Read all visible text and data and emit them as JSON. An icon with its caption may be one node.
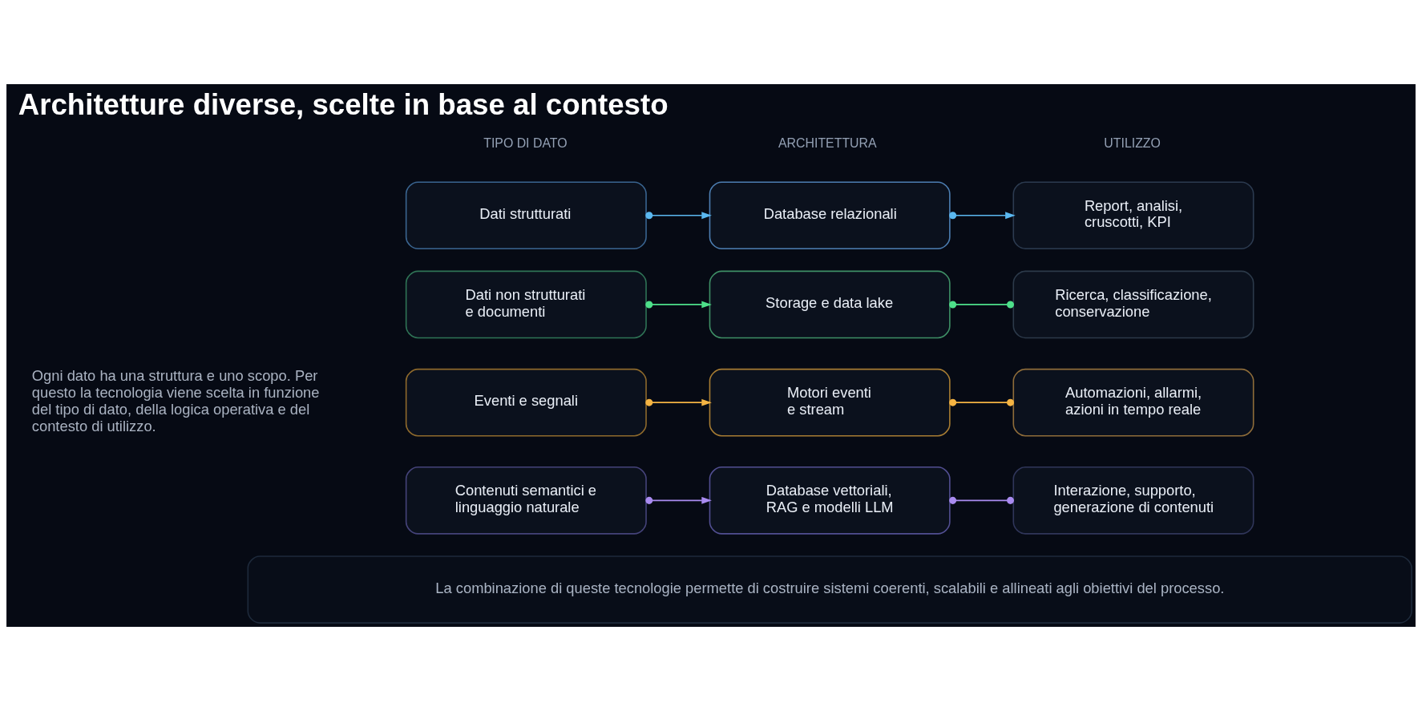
{
  "diagram": {
    "title": "Architetture diverse, scelte in base al contesto",
    "nodes": [
      {
        "text": [
          "Dati strutturati"
        ]
      },
      {
        "text": [
          "Database relazionali"
        ]
      },
      {
        "text": [
          "Report, analisi, cruscotti, KPI"
        ]
      },
      {
        "text": [
          "Dati non strutturati e documenti"
        ]
      },
      {
        "text": [
          "Storage e data lake"
        ]
      },
      {
        "text": [
          "Ricerca, classificazione, conservazione"
        ]
      },
      {
        "text": [
          "Eventi e segnali"
        ]
      },
      {
        "text": [
          "Motori eventi e stream"
        ]
      },
      {
        "text": [
          "Automazioni, allarmi, azioni in tempo reale"
        ]
      },
      {
        "text": [
          "Contenuti semantici e linguaggio naturale"
        ]
      },
      {
        "text": [
          "Database vettoriali, RAG e modelli LLM"
        ]
      },
      {
        "text": [
          "Interazione, supporto, generazione di contenuti"
        ]
      },
      {
        "text": [
          "La combinazione di queste tecnologie permette di costruire sistemi coerenti, scalabili e allineati agli obiettivi del processo."
        ]
      }
    ],
    "edges": [
      {
        "from": 0,
        "to": 1,
        "arrow": "to",
        "color": "#5bb8f0"
      },
      {
        "from": 1,
        "to": 2,
        "arrow": "to",
        "color": "#5bb8f0"
      },
      {
        "from": 3,
        "to": 4,
        "arrow": "to",
        "color": "#4ee08a"
      },
      {
        "from": 4,
        "to": 5,
        "arrow": "other",
        "color": "#4ee08a"
      },
      {
        "from": 6,
        "to": 7,
        "arrow": "to",
        "color": "#f5b443"
      },
      {
        "from": 7,
        "to": 8,
        "arrow": "other",
        "color": "#f5b443"
      },
      {
        "from": 9,
        "to": 10,
        "arrow": "to",
        "color": "#a98bf0"
      },
      {
        "from": 10,
        "to": 11,
        "arrow": "other",
        "color": "#a98bf0"
      }
    ],
    "labels": [
      "Ogni dato ha una struttura e uno scopo. Per questo la tecnologia viene scelta in funzione del tipo di dato, della logica operativa e del contesto di utilizzo.",
      "TIPO DI DATO",
      "ARCHITETTURA",
      "UTILIZZO"
    ]
  }
}
